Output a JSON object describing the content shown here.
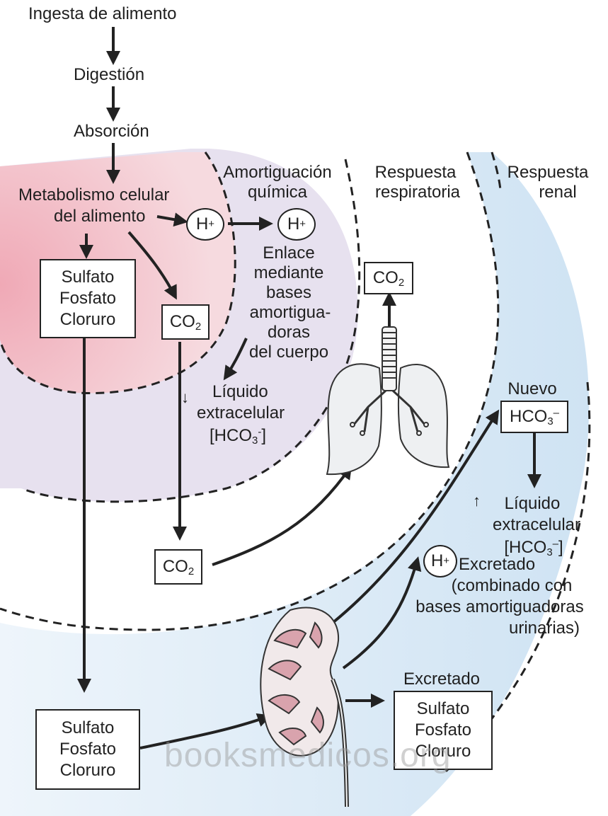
{
  "colors": {
    "metabolism_zone": "#f4cfd6",
    "buffer_zone": "#e9e3f1",
    "renal_zone": "#dcebf6",
    "line": "#222222"
  },
  "flow": {
    "ingestion": "Ingesta de alimento",
    "digestion": "Digestión",
    "absorption": "Absorción",
    "metabolism_line1": "Metabolismo celular",
    "metabolism_line2": "del alimento"
  },
  "zones": {
    "chemical_buffer": [
      "Amortiguación",
      "química"
    ],
    "respiratory": [
      "Respuesta",
      "respiratoria"
    ],
    "renal": [
      "Respuesta",
      "renal"
    ]
  },
  "hydrogen": {
    "ion": "H",
    "charge": "+"
  },
  "buffer_binding": [
    "Enlace",
    "mediante",
    "bases",
    "amortigua-",
    "doras",
    "del cuerpo"
  ],
  "co2": {
    "base": "CO",
    "subscript": "2"
  },
  "anions": [
    "Sulfato",
    "Fosfato",
    "Cloruro"
  ],
  "ecf_left": {
    "down_marker": "↓",
    "line1": "Líquido",
    "line2": "extracelular",
    "bicarb": "[HCO",
    "sub": "3",
    "charge": "-",
    "close": "]"
  },
  "new_bicarb": {
    "label": "Nuevo",
    "base": "HCO",
    "sub": "3",
    "charge": "–"
  },
  "ecf_right": {
    "up_marker": "↑",
    "line1": "Líquido",
    "line2": "extracelular",
    "bicarb": "[HCO",
    "sub": "3",
    "charge": "–",
    "close": "]"
  },
  "excreted_h": {
    "title": "Excretado",
    "detail": [
      "(combinado con",
      "bases amortiguadoras",
      "urinarias)"
    ]
  },
  "excreted_anions": {
    "title": "Excretado"
  },
  "watermark": "booksmedicos.org"
}
